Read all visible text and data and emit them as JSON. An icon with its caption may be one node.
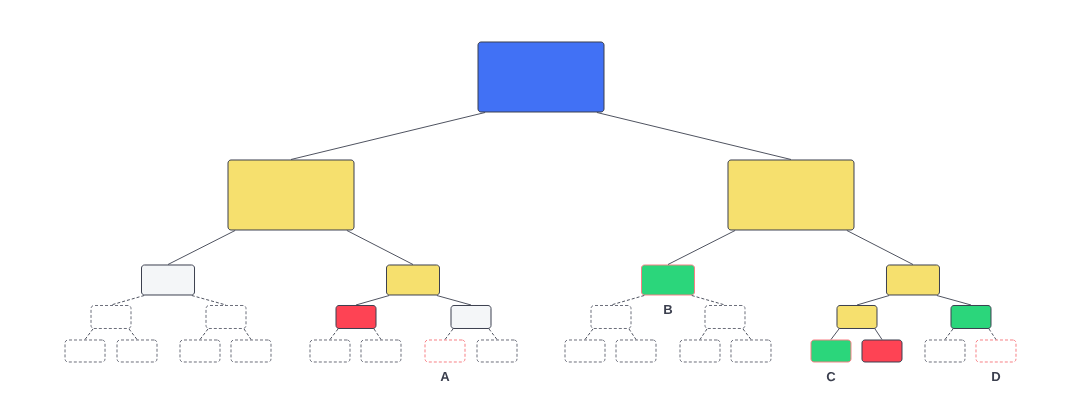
{
  "diagram": {
    "nodes": [
      {
        "text": [],
        "shape": "box"
      },
      {
        "text": [],
        "shape": "box"
      },
      {
        "text": [],
        "shape": "box"
      },
      {
        "text": [],
        "shape": "box"
      },
      {
        "text": [],
        "shape": "box"
      },
      {
        "text": [],
        "shape": "box",
        "beside": [
          "B"
        ]
      },
      {
        "text": [],
        "shape": "box"
      },
      {
        "text": [],
        "shape": "box"
      },
      {
        "text": [],
        "shape": "box"
      },
      {
        "text": [],
        "shape": "box"
      },
      {
        "text": [],
        "shape": "box"
      },
      {
        "text": [],
        "shape": "box"
      },
      {
        "text": [],
        "shape": "box"
      },
      {
        "text": [],
        "shape": "box"
      },
      {
        "text": [],
        "shape": "box"
      },
      {
        "text": [],
        "shape": "box"
      },
      {
        "text": [],
        "shape": "box"
      },
      {
        "text": [],
        "shape": "box"
      },
      {
        "text": [],
        "shape": "box"
      },
      {
        "text": [],
        "shape": "box"
      },
      {
        "text": [],
        "shape": "box"
      },
      {
        "text": [],
        "shape": "box",
        "beside": [
          "A"
        ]
      },
      {
        "text": [],
        "shape": "box"
      },
      {
        "text": [],
        "shape": "box"
      },
      {
        "text": [],
        "shape": "box"
      },
      {
        "text": [],
        "shape": "box"
      },
      {
        "text": [],
        "shape": "box"
      },
      {
        "text": [],
        "shape": "box",
        "beside": [
          "C"
        ]
      },
      {
        "text": [],
        "shape": "box"
      },
      {
        "text": [],
        "shape": "box"
      },
      {
        "text": [],
        "shape": "box",
        "beside": [
          "D"
        ]
      }
    ],
    "edges": [
      {
        "from": 0,
        "to": 1,
        "arrow": "none"
      },
      {
        "from": 0,
        "to": 2,
        "arrow": "none"
      },
      {
        "from": 1,
        "to": 3,
        "arrow": "none"
      },
      {
        "from": 1,
        "to": 4,
        "arrow": "none"
      },
      {
        "from": 2,
        "to": 5,
        "arrow": "none"
      },
      {
        "from": 2,
        "to": 6,
        "arrow": "none"
      },
      {
        "from": 3,
        "to": 7,
        "arrow": "none",
        "style": "dashed"
      },
      {
        "from": 3,
        "to": 8,
        "arrow": "none",
        "style": "dashed"
      },
      {
        "from": 4,
        "to": 9,
        "arrow": "none"
      },
      {
        "from": 4,
        "to": 10,
        "arrow": "none"
      },
      {
        "from": 5,
        "to": 11,
        "arrow": "none",
        "style": "dashed"
      },
      {
        "from": 5,
        "to": 12,
        "arrow": "none",
        "style": "dashed"
      },
      {
        "from": 6,
        "to": 13,
        "arrow": "none"
      },
      {
        "from": 6,
        "to": 14,
        "arrow": "none"
      },
      {
        "from": 7,
        "to": 15,
        "arrow": "none",
        "style": "dashed"
      },
      {
        "from": 7,
        "to": 16,
        "arrow": "none",
        "style": "dashed"
      },
      {
        "from": 8,
        "to": 17,
        "arrow": "none",
        "style": "dashed"
      },
      {
        "from": 8,
        "to": 18,
        "arrow": "none",
        "style": "dashed"
      },
      {
        "from": 9,
        "to": 19,
        "arrow": "none",
        "style": "dashed"
      },
      {
        "from": 9,
        "to": 20,
        "arrow": "none",
        "style": "dashed"
      },
      {
        "from": 10,
        "to": 21,
        "arrow": "none",
        "style": "dashed"
      },
      {
        "from": 10,
        "to": 22,
        "arrow": "none",
        "style": "dashed"
      },
      {
        "from": 11,
        "to": 23,
        "arrow": "none",
        "style": "dashed"
      },
      {
        "from": 11,
        "to": 24,
        "arrow": "none",
        "style": "dashed"
      },
      {
        "from": 12,
        "to": 25,
        "arrow": "none",
        "style": "dashed"
      },
      {
        "from": 12,
        "to": 26,
        "arrow": "none",
        "style": "dashed"
      },
      {
        "from": 13,
        "to": 27,
        "arrow": "none"
      },
      {
        "from": 13,
        "to": 28,
        "arrow": "none"
      },
      {
        "from": 14,
        "to": 29,
        "arrow": "none",
        "style": "dashed"
      },
      {
        "from": 14,
        "to": 30,
        "arrow": "none",
        "style": "dashed"
      }
    ]
  }
}
